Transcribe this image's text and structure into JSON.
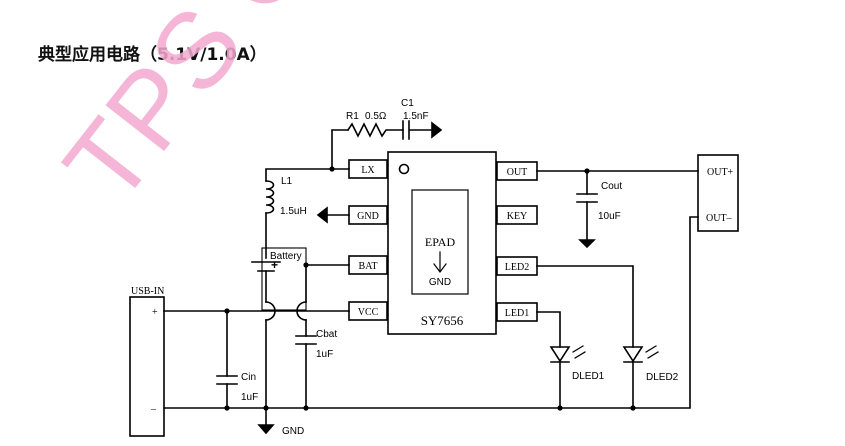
{
  "title": "典型应用电路（5.1V/1.0A）",
  "watermark": "TPS C",
  "colors": {
    "line": "#000000",
    "watermark": "#f4a9cf"
  },
  "chip": {
    "name": "SY7656",
    "epad_label": "EPAD",
    "epad_gnd": "GND",
    "left_pins": [
      "LX",
      "GND",
      "BAT",
      "VCC"
    ],
    "right_pins": [
      "OUT",
      "KEY",
      "LED2",
      "LED1"
    ]
  },
  "components": {
    "r1_name": "R1",
    "r1_value": "0.5Ω",
    "c1_name": "C1",
    "c1_value": "1.5nF",
    "l1_name": "L1",
    "l1_value": "1.5uH",
    "battery": "Battery",
    "cbat_name": "Cbat",
    "cbat_value": "1uF",
    "cin_name": "Cin",
    "cin_value": "1uF",
    "cout_name": "Cout",
    "cout_value": "10uF",
    "dled1": "DLED1",
    "dled2": "DLED2"
  },
  "connectors": {
    "usb_in": "USB-IN",
    "usb_plus": "+",
    "usb_minus": "–",
    "out_plus": "OUT+",
    "out_minus": "OUT–"
  },
  "gnd_label": "GND",
  "battery_plus": "+"
}
